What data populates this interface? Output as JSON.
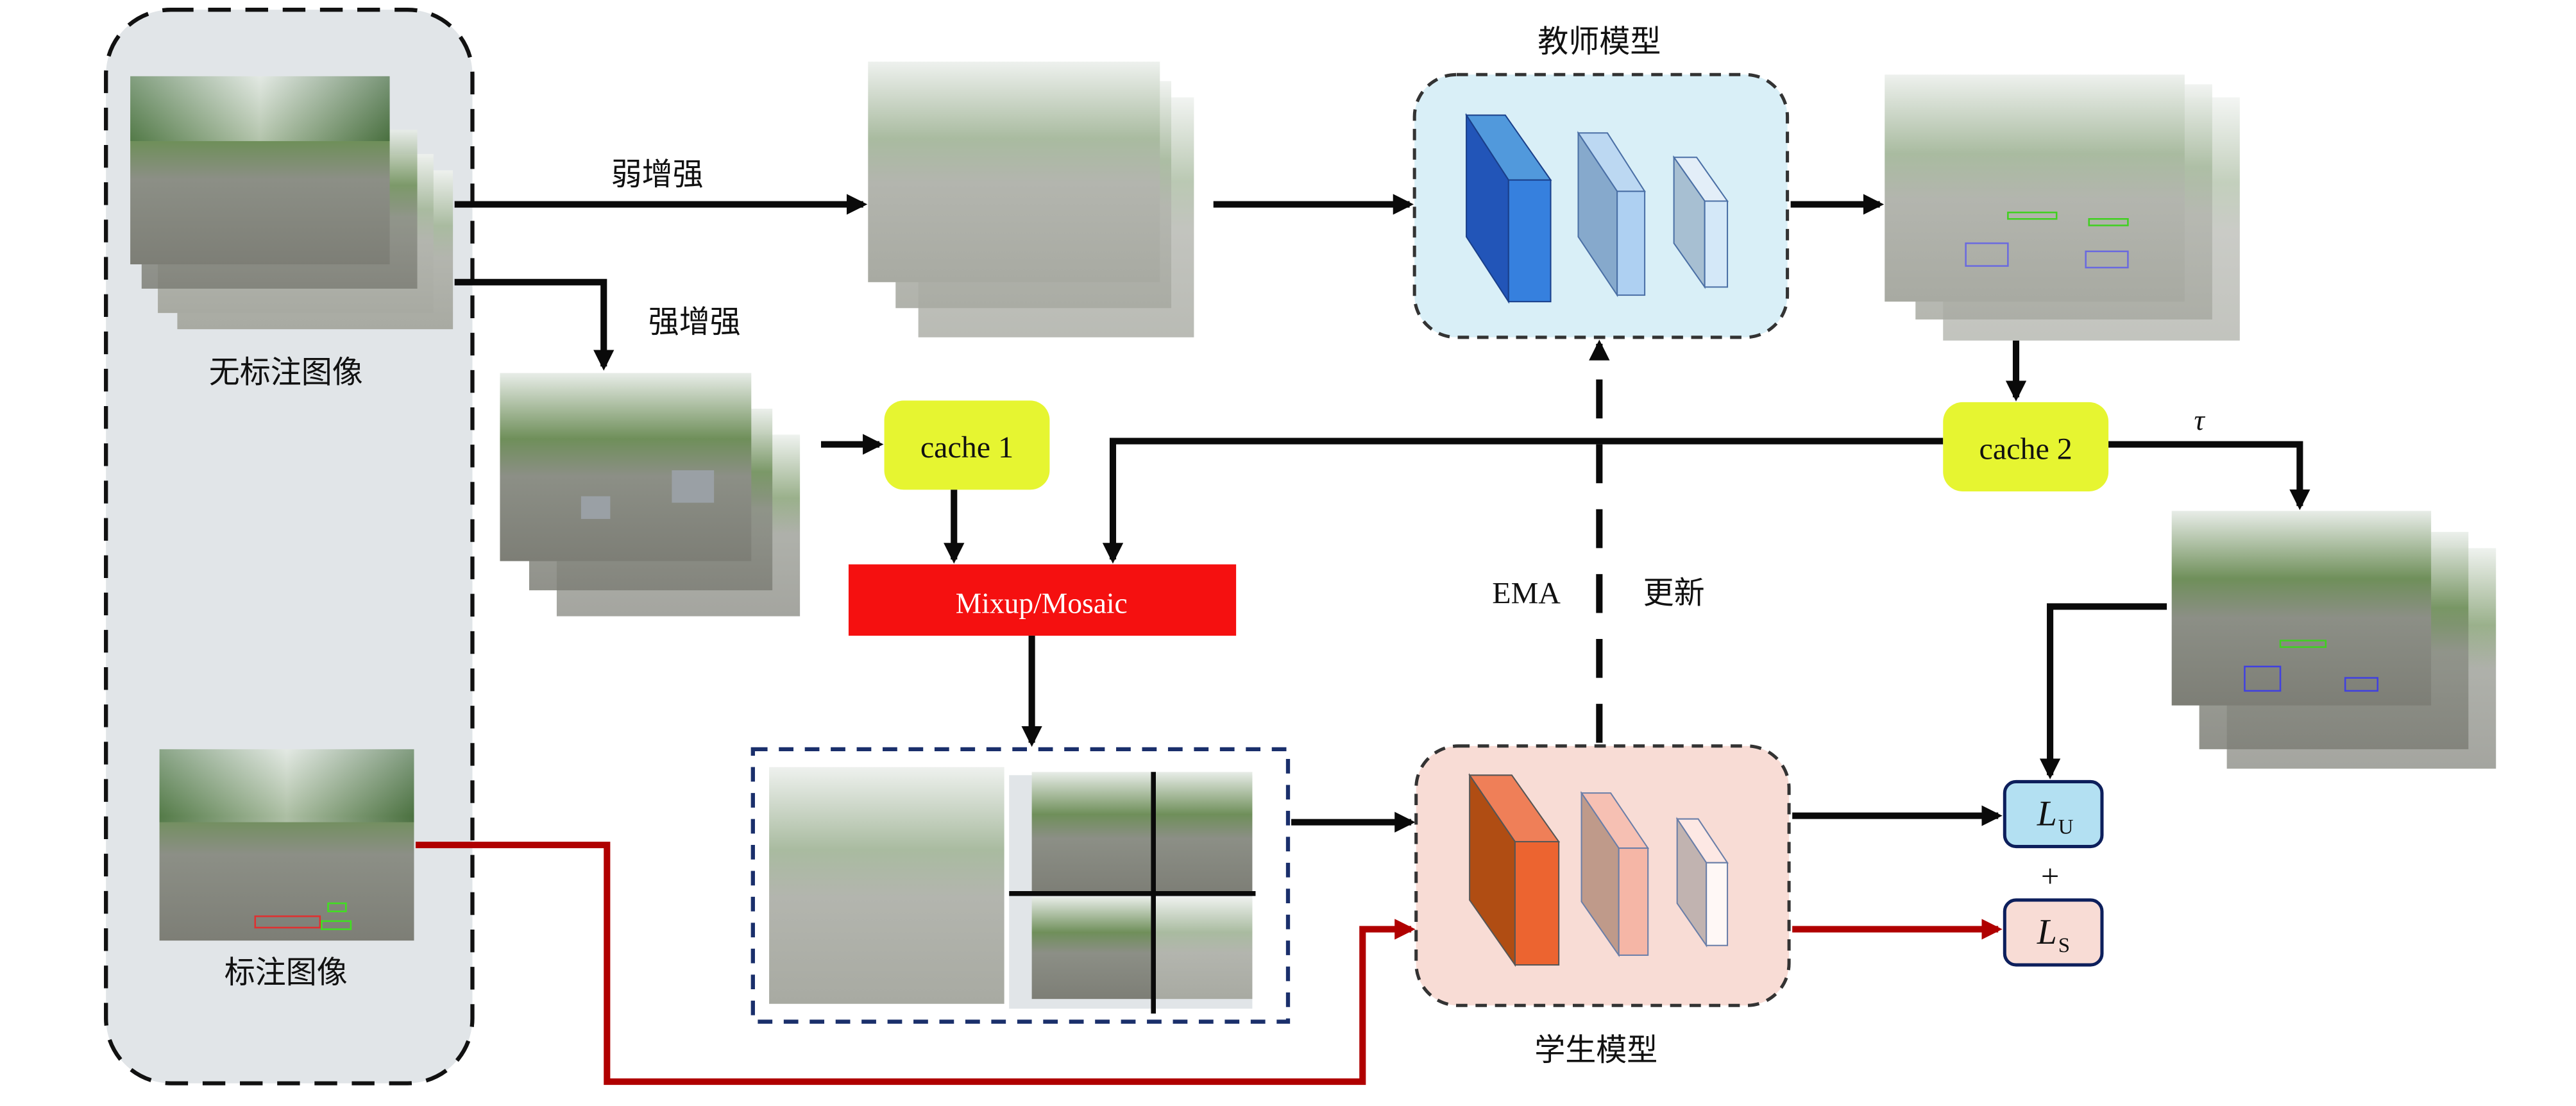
{
  "diagram": {
    "panels": {
      "unlabeled_images": "无标注图像",
      "labeled_images": "标注图像"
    },
    "edges": {
      "weak_aug": "弱增强",
      "strong_aug": "强增强",
      "ema": "EMA",
      "update": "更新",
      "tau": "τ"
    },
    "nodes": {
      "teacher_model": "教师模型",
      "student_model": "学生模型",
      "cache1": "cache 1",
      "cache2": "cache 2",
      "mixup_mosaic": "Mixup/Mosaic"
    },
    "losses": {
      "unsup": {
        "symbol": "L",
        "sub": "U"
      },
      "plus": "+",
      "sup": {
        "symbol": "L",
        "sub": "S"
      }
    }
  },
  "colors": {
    "panel_fill": "#e1e5e8",
    "teacher_fill": "#d9eff7",
    "student_fill": "#f8dcd5",
    "cache_fill": "#e6f531",
    "mixup_fill": "#f51010",
    "loss_u_fill": "#b3e0f2",
    "loss_s_fill": "#f8dcd5",
    "supervised_arrow": "#b00000",
    "mosaic_border": "#1a2f6b"
  }
}
